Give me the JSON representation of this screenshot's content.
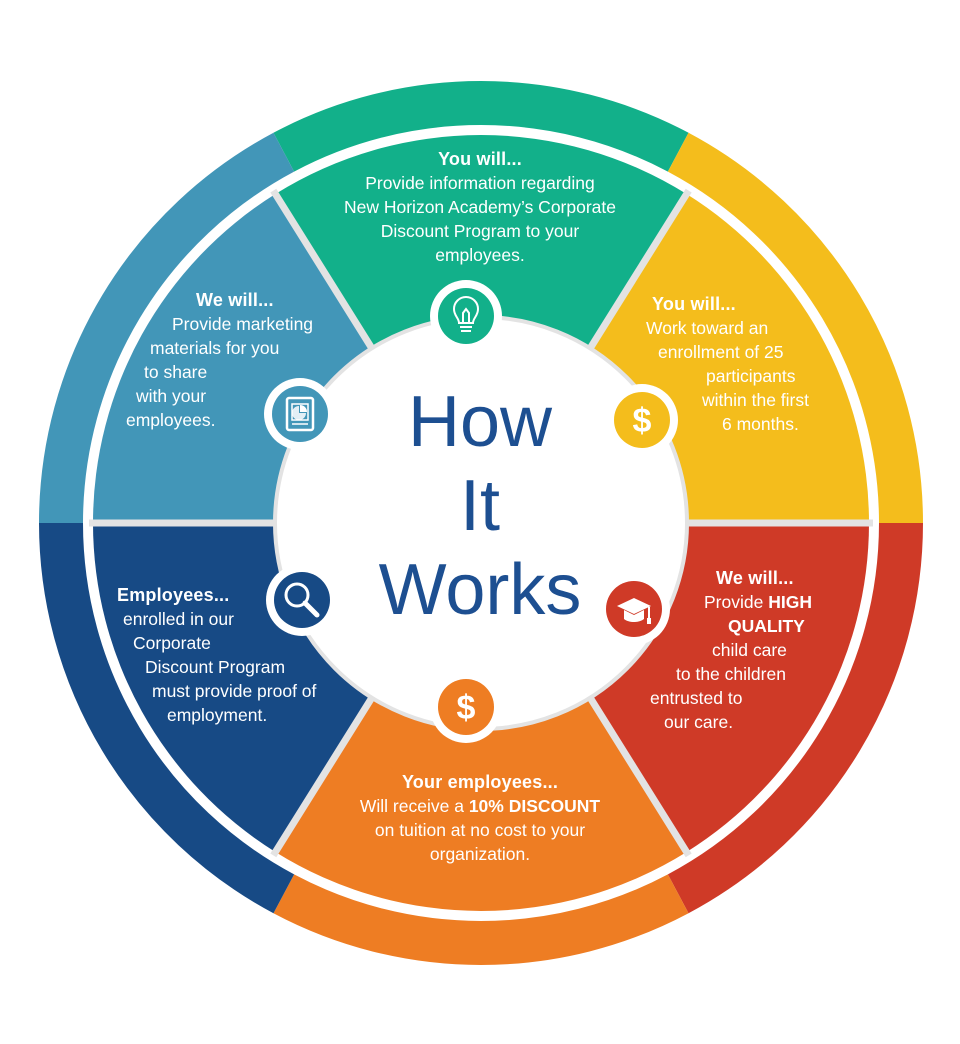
{
  "center_title": [
    "How",
    "It",
    "Works"
  ],
  "colors": {
    "green": "#12b08a",
    "yellow": "#f4bd1c",
    "red": "#cf3a27",
    "orange": "#ee7d23",
    "navy": "#174a85",
    "teal": "#4296b8",
    "title": "#1d4f91"
  },
  "segments": {
    "top": {
      "heading": "You will...",
      "lines": [
        "Provide information regarding",
        "New Horizon Academy’s Corporate",
        "Discount Program to your",
        "employees."
      ],
      "icon": "lightbulb-icon"
    },
    "upper_right": {
      "heading": "You will...",
      "lines": [
        "Work toward an",
        "enrollment of 25",
        "participants",
        "within the first",
        "6 months."
      ],
      "icon": "dollar-icon"
    },
    "lower_right": {
      "heading": "We will...",
      "line1_pre": "Provide ",
      "line1_bold": "HIGH",
      "line2_bold": "QUALITY",
      "lines": [
        "child care",
        "to the children",
        "entrusted to",
        "our care."
      ],
      "icon": "graduation-cap-icon"
    },
    "bottom": {
      "heading": "Your employees...",
      "line1_pre": "Will receive a ",
      "line1_bold": "10% DISCOUNT",
      "lines": [
        "on tuition at no cost to your",
        "organization."
      ],
      "icon": "dollar-icon"
    },
    "lower_left": {
      "heading": "Employees...",
      "lines": [
        "enrolled in our",
        "Corporate",
        "Discount Program",
        "must provide proof of",
        "employment."
      ],
      "icon": "magnifier-icon"
    },
    "upper_left": {
      "heading": "We will...",
      "lines": [
        "Provide marketing",
        "materials for you",
        "to share",
        "with your",
        "employees."
      ],
      "icon": "document-icon"
    }
  }
}
